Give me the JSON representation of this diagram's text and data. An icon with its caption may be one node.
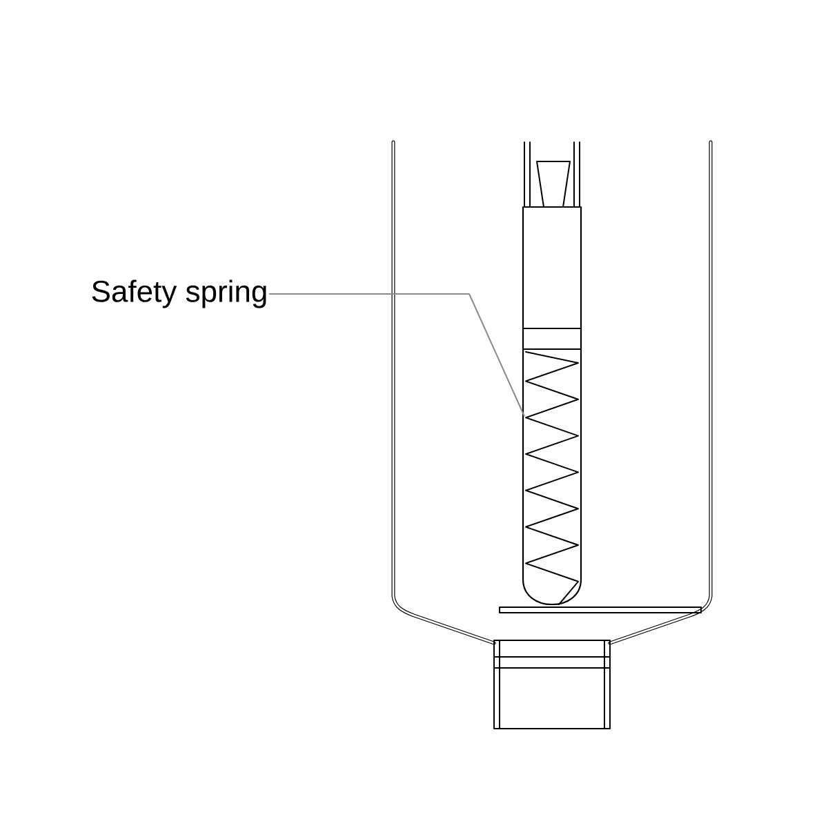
{
  "diagram": {
    "nodes": [
      {
        "text": [
          "Safety spring"
        ]
      },
      {
        "text": [],
        "shape": "spring"
      }
    ],
    "edges": [
      {
        "from": 0,
        "to": 1,
        "arrow": "none",
        "color": "#8a8a8a"
      }
    ]
  }
}
